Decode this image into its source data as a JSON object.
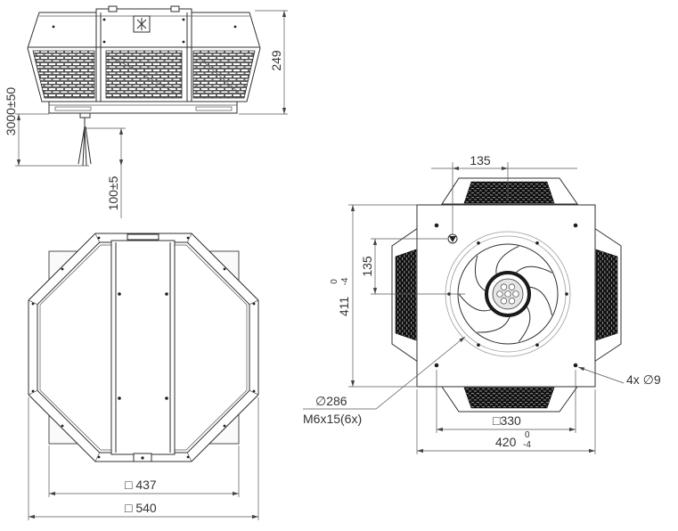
{
  "side_view": {
    "height_label": "249",
    "cable_length_label": "3000",
    "cable_length_tolerance": "±50",
    "wire_length_label": "100",
    "wire_length_tolerance": "±5"
  },
  "top_view": {
    "inner_square_label": "□ 437",
    "outer_square_label": "□ 540"
  },
  "front_view": {
    "horizontal_offset_label": "135",
    "vertical_offset_label": "135",
    "height_label": "411",
    "height_tolerance_upper": "0",
    "height_tolerance_lower": "-4",
    "bolt_circle_label": "∅286",
    "thread_label": "M6x15(6x)",
    "mounting_holes_label": "4x ∅9",
    "hole_square_label": "□330",
    "width_label": "420",
    "width_tolerance_upper": "0",
    "width_tolerance_lower": "-4"
  }
}
